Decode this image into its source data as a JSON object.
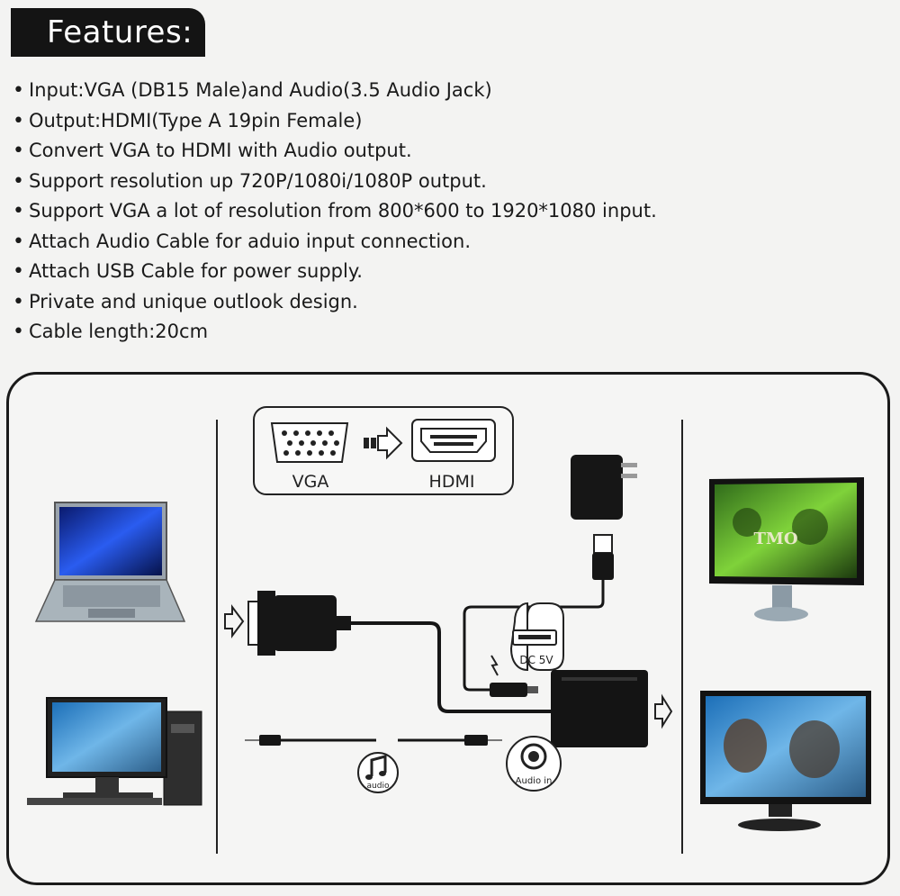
{
  "header": {
    "title": "Features:"
  },
  "features": [
    "Input:VGA (DB15 Male)and Audio(3.5 Audio Jack)",
    "Output:HDMI(Type A 19pin Female)",
    "Convert VGA to HDMI with Audio output.",
    "Support resolution up 720P/1080i/1080P output.",
    "Support VGA a lot of resolution from 800*600 to 1920*1080 input.",
    "Attach Audio Cable for aduio input connection.",
    "Attach USB Cable for power supply.",
    "Private and unique outlook design.",
    "Cable length:20cm"
  ],
  "bullet": "•",
  "diagram": {
    "vga_label": "VGA",
    "hdmi_label": "HDMI",
    "dc_label": "DC 5V",
    "audio_label": "audio",
    "audio_in_label": "Audio  in",
    "monitor_logo": "TMO"
  }
}
